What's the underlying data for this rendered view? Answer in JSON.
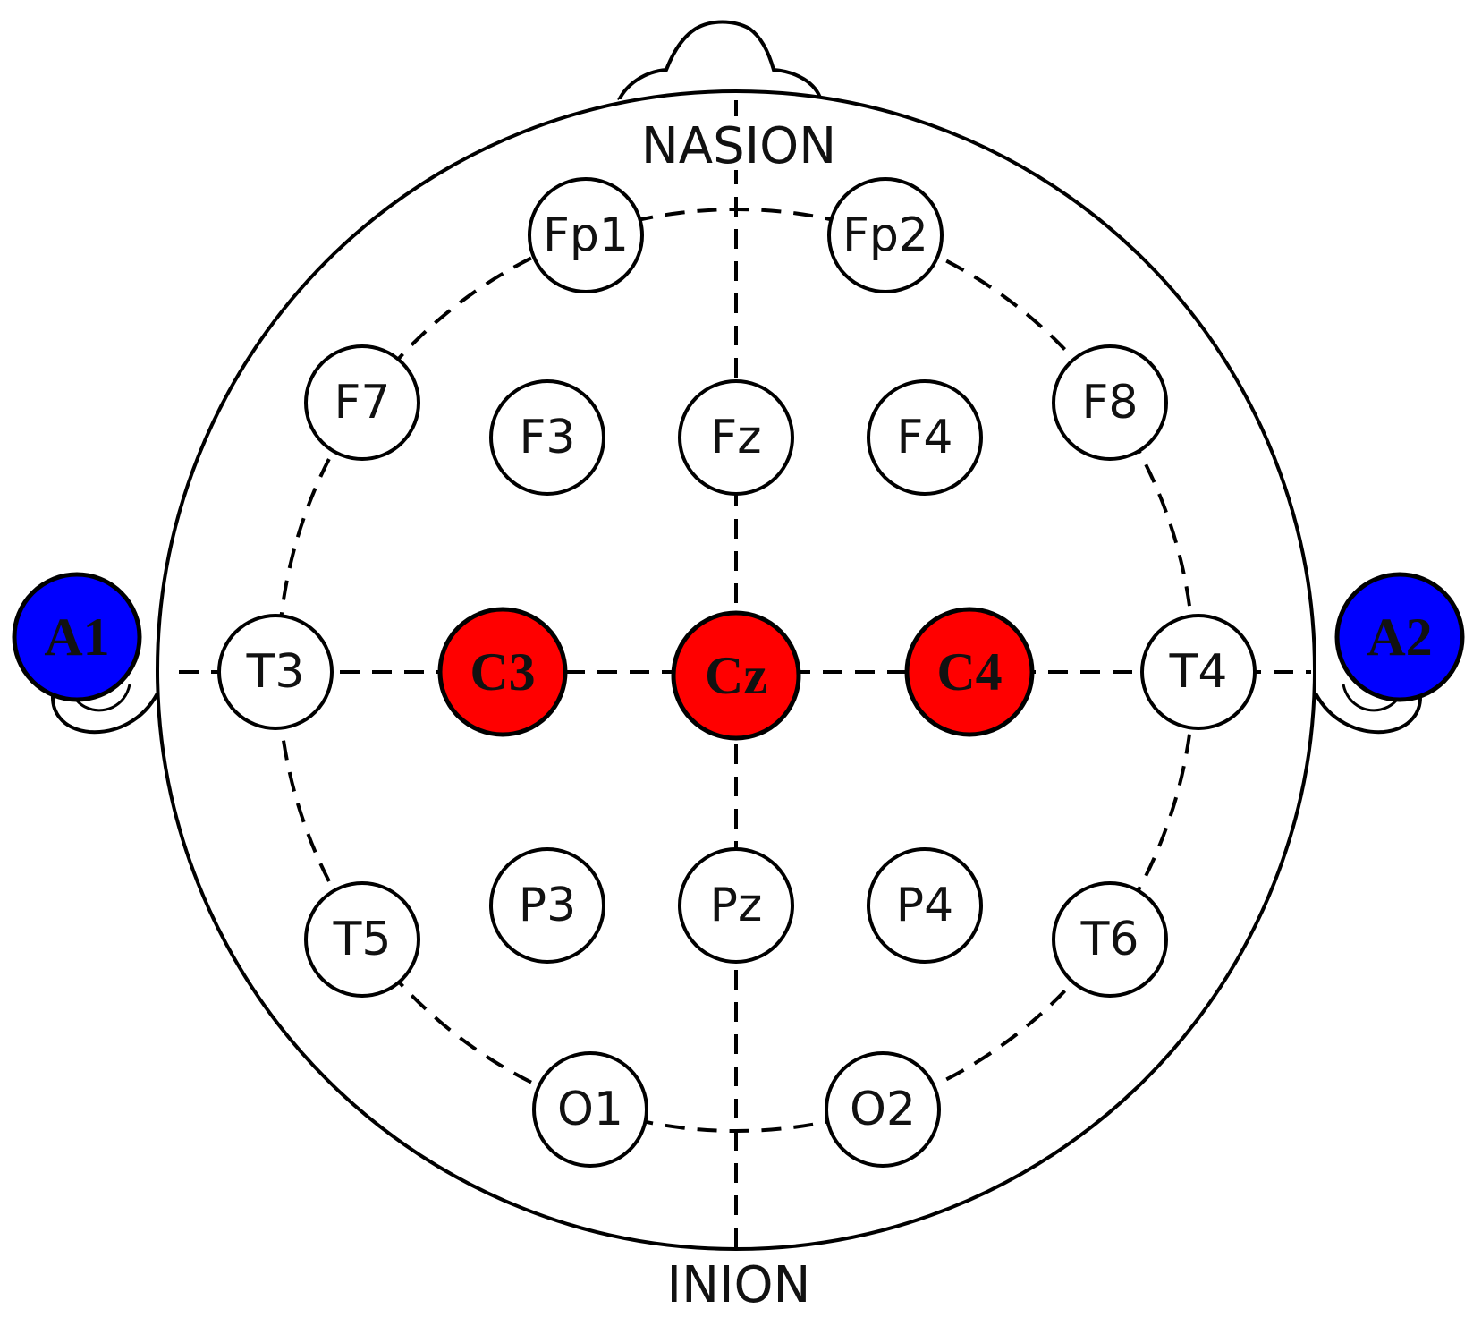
{
  "landmarks": {
    "nasion": "NASION",
    "inion": "INION"
  },
  "colors": {
    "outline": "#000000",
    "electrode_fill": "#ffffff",
    "highlight_fill": "#ff0000",
    "reference_fill": "#0000ff"
  },
  "electrodes": [
    {
      "id": "Fp1",
      "label": "Fp1",
      "group": "standard"
    },
    {
      "id": "Fp2",
      "label": "Fp2",
      "group": "standard"
    },
    {
      "id": "F7",
      "label": "F7",
      "group": "standard"
    },
    {
      "id": "F3",
      "label": "F3",
      "group": "standard"
    },
    {
      "id": "Fz",
      "label": "Fz",
      "group": "standard"
    },
    {
      "id": "F4",
      "label": "F4",
      "group": "standard"
    },
    {
      "id": "F8",
      "label": "F8",
      "group": "standard"
    },
    {
      "id": "T3",
      "label": "T3",
      "group": "standard"
    },
    {
      "id": "C3",
      "label": "C3",
      "group": "highlight"
    },
    {
      "id": "Cz",
      "label": "Cz",
      "group": "highlight"
    },
    {
      "id": "C4",
      "label": "C4",
      "group": "highlight"
    },
    {
      "id": "T4",
      "label": "T4",
      "group": "standard"
    },
    {
      "id": "T5",
      "label": "T5",
      "group": "standard"
    },
    {
      "id": "P3",
      "label": "P3",
      "group": "standard"
    },
    {
      "id": "Pz",
      "label": "Pz",
      "group": "standard"
    },
    {
      "id": "P4",
      "label": "P4",
      "group": "standard"
    },
    {
      "id": "T6",
      "label": "T6",
      "group": "standard"
    },
    {
      "id": "O1",
      "label": "O1",
      "group": "standard"
    },
    {
      "id": "O2",
      "label": "O2",
      "group": "standard"
    },
    {
      "id": "A1",
      "label": "A1",
      "group": "reference"
    },
    {
      "id": "A2",
      "label": "A2",
      "group": "reference"
    }
  ]
}
